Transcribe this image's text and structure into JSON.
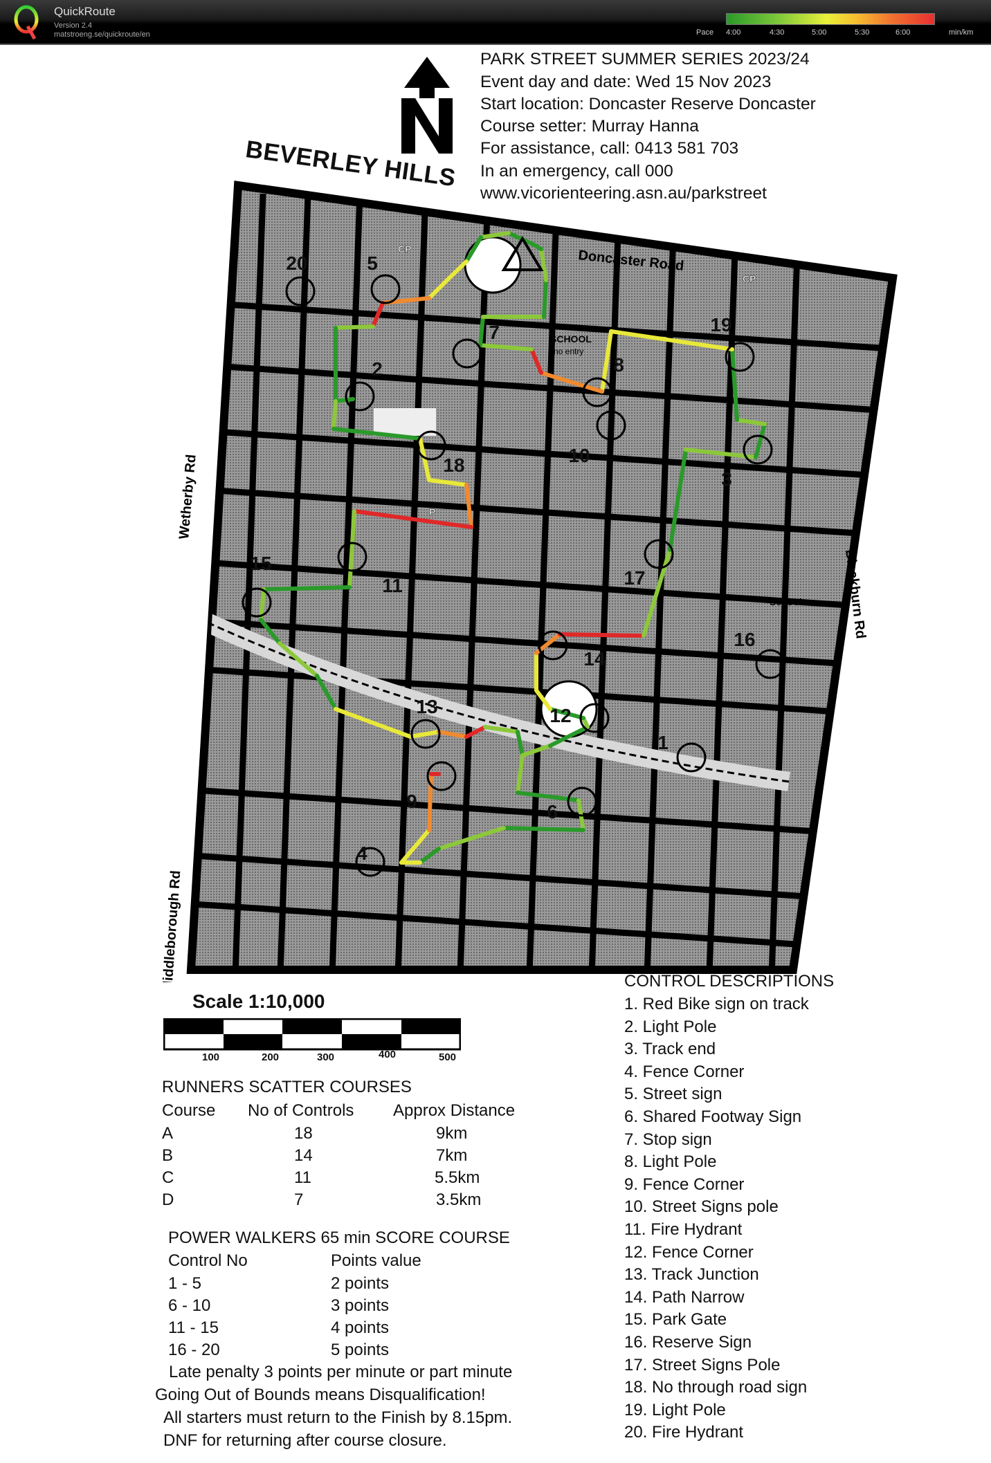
{
  "app": {
    "name": "QuickRoute",
    "version": "Version 2.4",
    "url": "matstroeng.se/quickroute/en",
    "pace_legend": {
      "label": "Pace",
      "ticks": [
        "4:00",
        "4:30",
        "5:00",
        "5:30",
        "6:00"
      ],
      "unit": "min/km"
    }
  },
  "colors": {
    "fast": "#2a9a2a",
    "good": "#8cc83a",
    "mid": "#e8e83a",
    "slow": "#f08a30",
    "slowest": "#e02828"
  },
  "event": {
    "lines": [
      "PARK STREET SUMMER SERIES 2023/24",
      "Event day and date: Wed 15 Nov 2023",
      "Start location: Doncaster Reserve Doncaster",
      "Course setter: Murray Hanna",
      "For assistance, call: 0413 581 703",
      "In an emergency, call 000",
      "www.vicorienteering.asn.au/parkstreet"
    ]
  },
  "map": {
    "area_label": "BEVERLEY HILLS",
    "roads": {
      "doncaster": "Doncaster Road",
      "wetherby": "Wetherby Rd",
      "blackburn": "Blackburn Rd",
      "middleborough": "Middleborough Rd"
    },
    "features": {
      "school": "SCHOOL",
      "no_entry": "no entry",
      "school2": "School",
      "cp": "CP",
      "p": "P"
    },
    "controls": [
      "20",
      "5",
      "2",
      "7",
      "8",
      "19",
      "10",
      "3",
      "18",
      "15",
      "11",
      "17",
      "14",
      "16",
      "13",
      "12",
      "1",
      "9",
      "6",
      "4"
    ]
  },
  "scale": {
    "title": "Scale 1:10,000",
    "ticks": [
      "100",
      "200",
      "300",
      "400",
      "500"
    ]
  },
  "runners": {
    "title": "RUNNERS SCATTER COURSES",
    "headers": [
      "Course",
      "No of Controls",
      "Approx Distance"
    ],
    "rows": [
      [
        "A",
        "18",
        "9km"
      ],
      [
        "B",
        "14",
        "7km"
      ],
      [
        "C",
        "11",
        "5.5km"
      ],
      [
        "D",
        "7",
        "3.5km"
      ]
    ]
  },
  "walkers": {
    "title": "POWER WALKERS 65 min SCORE COURSE",
    "headers": [
      "Control No",
      "Points value"
    ],
    "rows": [
      [
        "1 - 5",
        "2 points"
      ],
      [
        "6 - 10",
        "3 points"
      ],
      [
        "11 - 15",
        "4 points"
      ],
      [
        "16 - 20",
        "5 points"
      ]
    ],
    "notes": [
      "Late penalty 3 points per minute or part minute",
      "Going Out of Bounds means Disqualification!",
      "All starters must return to the Finish by 8.15pm.",
      "DNF for returning after course closure."
    ]
  },
  "descriptions": {
    "title": "CONTROL DESCRIPTIONS",
    "items": [
      "1. Red Bike sign on track",
      "2. Light Pole",
      "3. Track end",
      "4. Fence Corner",
      "5. Street sign",
      "6. Shared Footway Sign",
      "7. Stop sign",
      "8. Light Pole",
      "9. Fence Corner",
      "10. Street Signs pole",
      "11. Fire Hydrant",
      "12. Fence Corner",
      "13. Track Junction",
      "14. Path Narrow",
      "15. Park Gate",
      "16. Reserve Sign",
      "17. Street Signs Pole",
      "18. No through road sign",
      "19. Light Pole",
      "20. Fire Hydrant"
    ]
  }
}
